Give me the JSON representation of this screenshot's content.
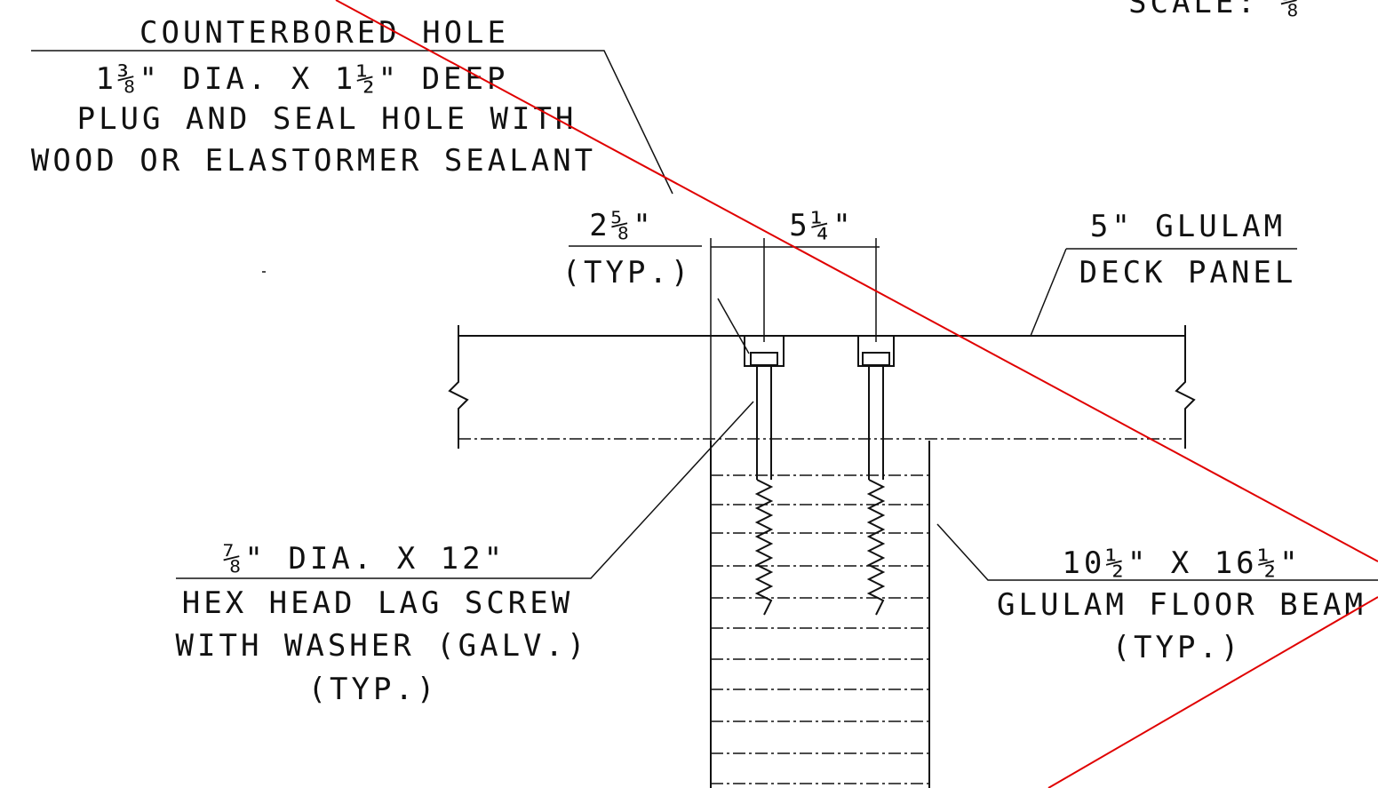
{
  "scale": "SCALE: ⅜",
  "labels": {
    "counterbore_1": "COUNTERBORED HOLE",
    "counterbore_2": "1⅜\" DIA. X 1½\" DEEP",
    "counterbore_3": "PLUG AND SEAL HOLE WITH",
    "counterbore_4": "WOOD OR ELASTORMER SEALANT",
    "dim_edge": "2⅝\"",
    "dim_edge_typ": "(TYP.)",
    "dim_spacing": "5¼\"",
    "deck_1": "5\" GLULAM",
    "deck_2": "DECK PANEL",
    "lag_1": "⅞\" DIA. X 12\"",
    "lag_2": "HEX HEAD LAG SCREW",
    "lag_3": "WITH WASHER (GALV.)",
    "lag_4": "(TYP.)",
    "beam_1": "10½\" X 16½\"",
    "beam_2": "GLULAM FLOOR BEAM",
    "beam_3": "(TYP.)"
  },
  "colors": {
    "line": "#111111",
    "overlay": "#e00000"
  }
}
